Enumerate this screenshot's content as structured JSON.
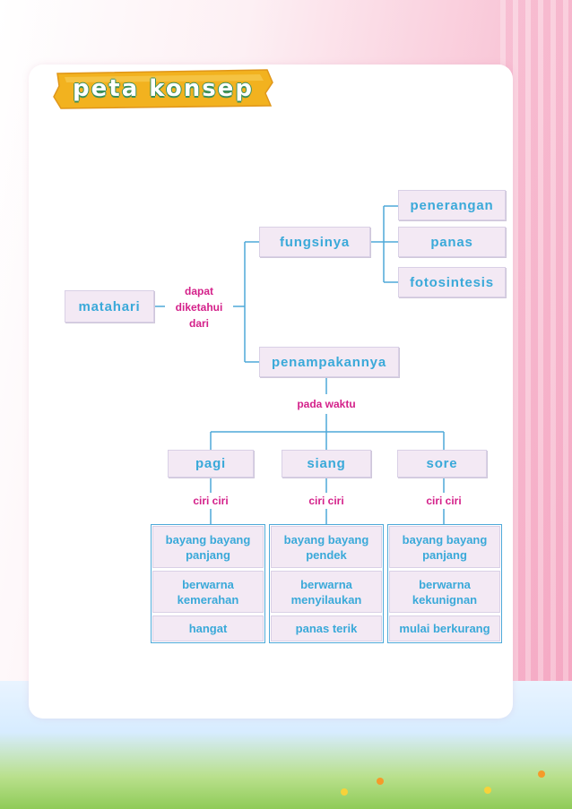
{
  "title": "peta konsep",
  "nodes": {
    "root": "matahari",
    "root_link": "dapat diketahui dari",
    "branch_function": "fungsinya",
    "branch_appearance": "penampakannya",
    "functions": [
      "penerangan",
      "panas",
      "fotosintesis"
    ],
    "time_link": "pada waktu",
    "times": [
      {
        "label": "pagi",
        "link": "ciri ciri",
        "traits": [
          "bayang bayang panjang",
          "berwarna kemerahan",
          "hangat"
        ]
      },
      {
        "label": "siang",
        "link": "ciri ciri",
        "traits": [
          "bayang bayang pendek",
          "berwarna menyilaukan",
          "panas terik"
        ]
      },
      {
        "label": "sore",
        "link": "ciri ciri",
        "traits": [
          "bayang bayang panjang",
          "berwarna kekunignan",
          "mulai berkurang"
        ]
      }
    ]
  },
  "colors": {
    "node_text": "#3aa9d9",
    "link_text": "#d4218a",
    "line": "#4ea9d9",
    "node_fill": "#f3e9f4",
    "title_board": "#f2b21f"
  }
}
